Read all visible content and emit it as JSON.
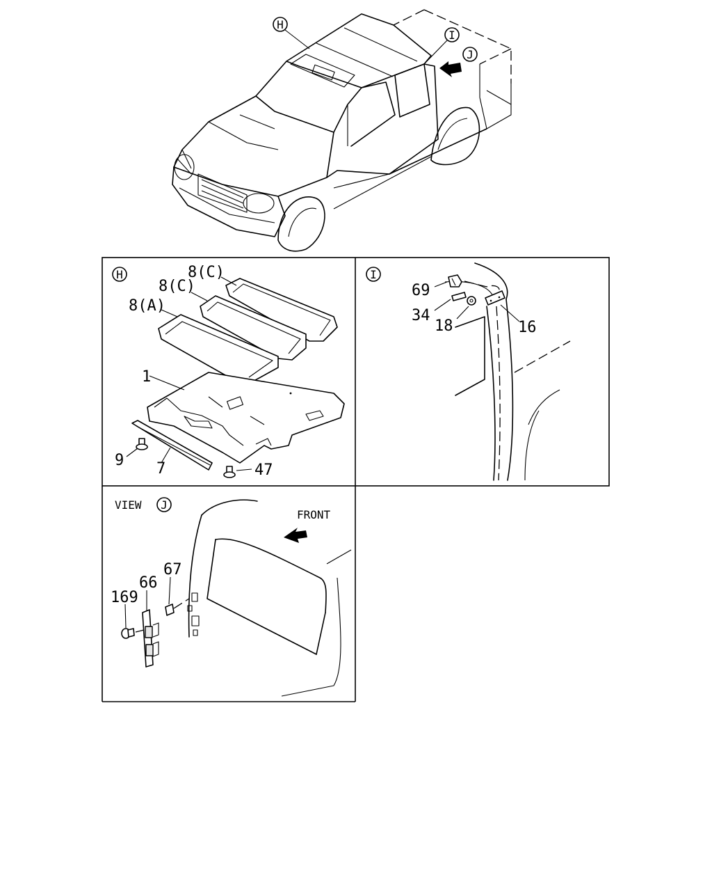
{
  "diagram": {
    "callouts": {
      "H": "H",
      "I": "I",
      "J": "J"
    },
    "panel_H": {
      "tag": "H",
      "parts": {
        "p8C_top": "8(C)",
        "p8C_mid": "8(C)",
        "p8A": "8(A)",
        "p1": "1",
        "p9": "9",
        "p7": "7",
        "p47": "47"
      }
    },
    "panel_I": {
      "tag": "I",
      "parts": {
        "p69": "69",
        "p34": "34",
        "p18": "18",
        "p16": "16"
      }
    },
    "panel_J": {
      "view_label": "VIEW",
      "tag": "J",
      "front_label": "FRONT",
      "parts": {
        "p67": "67",
        "p66": "66",
        "p169": "169"
      }
    }
  }
}
